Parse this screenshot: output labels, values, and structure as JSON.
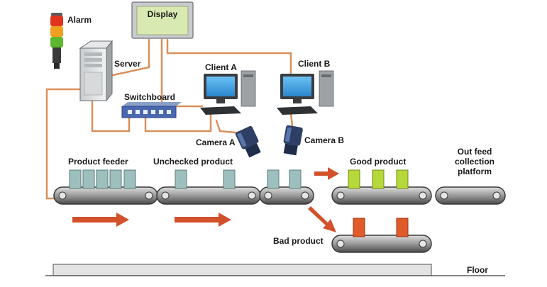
{
  "labels": {
    "alarm": "Alarm",
    "display": "Display",
    "server": "Server",
    "client_a": "Client A",
    "client_b": "Client B",
    "switchboard": "Switchboard",
    "camera_a": "Camera A",
    "camera_b": "Camera B",
    "product_feeder": "Product feeder",
    "unchecked_product": "Unchecked product",
    "good_product": "Good product",
    "out_feed": "Out feed collection platform",
    "bad_product": "Bad product",
    "floor": "Floor"
  },
  "colors": {
    "cable": "#d9905a",
    "arrow": "#d2502a",
    "unchecked_box": "#9dbfbe",
    "good_box": "#b6d83a",
    "bad_box": "#e05a2a",
    "screen": "#4aa6e6",
    "display_panel": "#d8eab2",
    "belt": "#8c8c8c",
    "alarm_red": "#e0341e",
    "alarm_orange": "#f0a020",
    "alarm_green": "#5cb82e"
  }
}
